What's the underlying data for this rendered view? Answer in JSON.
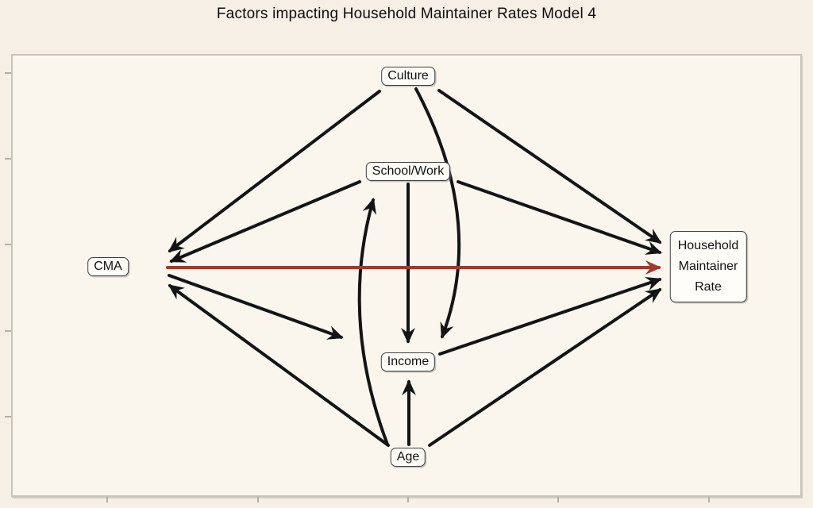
{
  "title": "Factors impacting Household Maintainer Rates Model 4",
  "colors": {
    "background": "#f5efe6",
    "panel_background": "#faf6ee",
    "panel_border": "#c8c4bb",
    "node_background": "#fffdf7",
    "node_border": "#3e3e3e",
    "arrow_black": "#141414",
    "arrow_red": "#9e3a31",
    "tick": "#b6afa4"
  },
  "diagram": {
    "type": "path-diagram",
    "nodes": [
      {
        "id": "culture",
        "label": "Culture"
      },
      {
        "id": "school-work",
        "label": "School/Work"
      },
      {
        "id": "cma",
        "label": "CMA"
      },
      {
        "id": "household-maintainer-rate",
        "lines": [
          "Household",
          "Maintainer",
          "Rate"
        ]
      },
      {
        "id": "income",
        "label": "Income"
      },
      {
        "id": "age",
        "label": "Age"
      }
    ],
    "edges": [
      {
        "from": "Culture",
        "to": "CMA",
        "color": "black",
        "style": "straight"
      },
      {
        "from": "Culture",
        "to": "Income",
        "color": "black",
        "style": "curved"
      },
      {
        "from": "Culture",
        "to": "Household Maintainer Rate",
        "color": "black",
        "style": "straight"
      },
      {
        "from": "School/Work",
        "to": "CMA",
        "color": "black",
        "style": "straight"
      },
      {
        "from": "School/Work",
        "to": "Income",
        "color": "black",
        "style": "straight"
      },
      {
        "from": "School/Work",
        "to": "Household Maintainer Rate",
        "color": "black",
        "style": "straight"
      },
      {
        "from": "CMA",
        "to": "Income",
        "color": "black",
        "style": "straight"
      },
      {
        "from": "CMA",
        "to": "Household Maintainer Rate",
        "color": "red",
        "style": "straight"
      },
      {
        "from": "Income",
        "to": "Household Maintainer Rate",
        "color": "black",
        "style": "straight"
      },
      {
        "from": "Age",
        "to": "CMA",
        "color": "black",
        "style": "straight"
      },
      {
        "from": "Age",
        "to": "School/Work",
        "color": "black",
        "style": "curved"
      },
      {
        "from": "Age",
        "to": "Income",
        "color": "black",
        "style": "straight"
      },
      {
        "from": "Age",
        "to": "Household Maintainer Rate",
        "color": "black",
        "style": "straight"
      }
    ]
  }
}
